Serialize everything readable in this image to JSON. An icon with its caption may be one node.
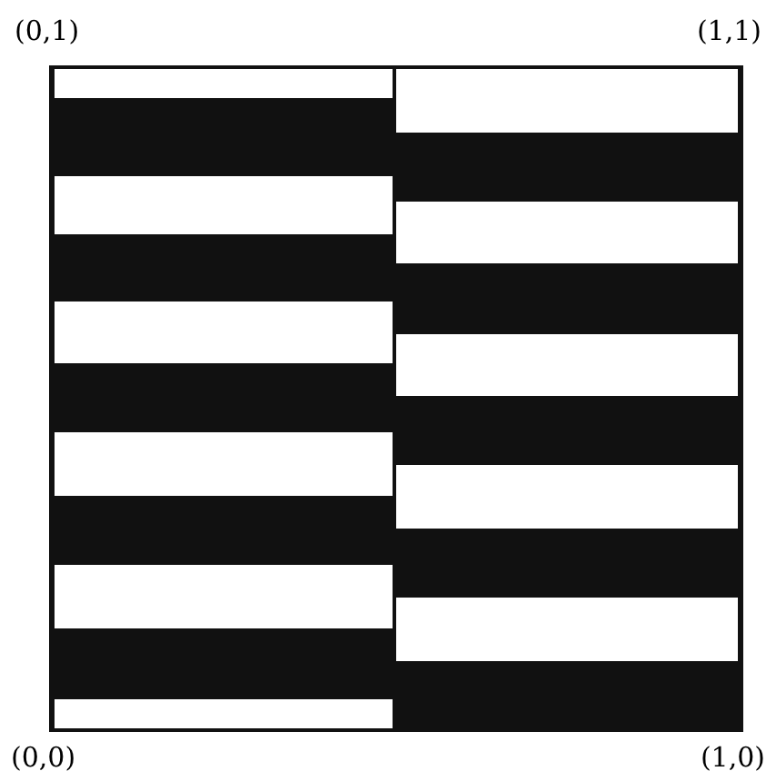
{
  "diagram": {
    "labels": [
      "(0,1)",
      "(1,1)",
      "(0,0)",
      "(1,0)"
    ]
  }
}
